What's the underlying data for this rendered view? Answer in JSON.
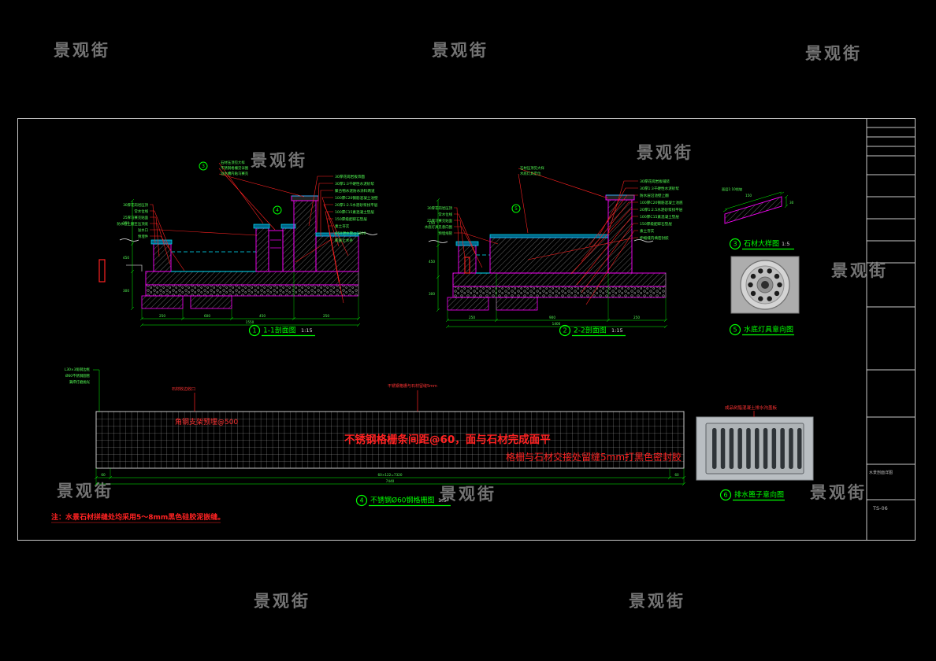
{
  "watermark": {
    "text": "景观街"
  },
  "note": {
    "text": "注：水景石材拼缝处均采用5～8mm黑色硅胶泥嵌缝。"
  },
  "titleblock": {
    "caption": "水景剖面详图",
    "number": "TS-06"
  },
  "labels": {
    "d1": {
      "num": "1",
      "title": "1-1剖面图",
      "scale": "1:15"
    },
    "d2": {
      "num": "2",
      "title": "2-2剖面图",
      "scale": "1:15"
    },
    "d3": {
      "num": "3",
      "title": "石材大样图",
      "scale": "1:5"
    },
    "d4": {
      "num": "4",
      "title": "不锈钢Ø60钢格栅图",
      "scale": "1:5"
    },
    "d5": {
      "num": "5",
      "title": "水底灯具意向图",
      "scale": ""
    },
    "d6": {
      "num": "6",
      "title": "排水篦子意向图",
      "scale": ""
    }
  },
  "sec1": {
    "ann_right": [
      "30厚花岗岩板饰面",
      "30厚1:3干硬性水泥砂浆",
      "聚合物水泥防水涂料两道",
      "100厚C20钢筋混凝土池壁",
      "20厚1:2.5水泥砂浆找平层",
      "100厚C15素混凝土垫层",
      "150厚级配碎石垫层",
      "素土夯实",
      "Ø50泄水管@2000",
      "膨胀止水条"
    ],
    "ann_left": [
      "30厚花岗岩压顶",
      "常水位线",
      "25厚马赛克贴面",
      "防水层上翻至压顶底",
      "溢水口",
      "预埋件"
    ],
    "ann_top": [
      "石材压顶见大样",
      "不锈钢格栅见详图",
      "溢水槽内贴马赛克"
    ],
    "marker_a": "3",
    "marker_b": "4",
    "dims_bottom": [
      "250",
      "600",
      "450",
      "250"
    ],
    "overall": "1550",
    "dims_left": [
      "150",
      "450",
      "300"
    ]
  },
  "sec2": {
    "ann_right": [
      "30厚花岗岩板铺装",
      "30厚1:3干硬性水泥砂浆",
      "防水层沿池壁上翻",
      "100厚C20钢筋混凝土池底",
      "20厚1:2.5水泥砂浆找平层",
      "100厚C15素混凝土垫层",
      "150厚级配碎石垫层",
      "素土夯实",
      "伸缩缝内填密封胶"
    ],
    "ann_left": [
      "30厚花岗岩压顶",
      "常水位线",
      "25厚马赛克贴面",
      "水底灯具见意向图",
      "预埋线管"
    ],
    "ann_top": [
      "石材压顶见大样",
      "水底灯具定位"
    ],
    "marker": "5",
    "dims_bottom": [
      "250",
      "900",
      "250"
    ],
    "overall": "1400",
    "dims_left": [
      "150",
      "450",
      "300"
    ]
  },
  "d3detail": {
    "note": "面层1:10找坡",
    "dim_top": "150",
    "dim_right": "30"
  },
  "mesh": {
    "red_notes": [
      "角钢支架预埋@500",
      "不锈钢格栅条间距@60，面与石材完成面平",
      "格栅与石材交接处留缝5mm打黑色密封胶"
    ],
    "top_notes": [
      "石材收边收口",
      "不锈钢格栅与石材留缝5mm"
    ],
    "left_notes": [
      "L30×3角钢边框",
      "Ø60不锈钢圆管",
      "满焊打磨抛光"
    ],
    "dims": [
      "60",
      "60×122=7320",
      "60"
    ],
    "overall": "7440"
  },
  "grate": {
    "note": "成品树脂混凝土排水沟盖板"
  }
}
